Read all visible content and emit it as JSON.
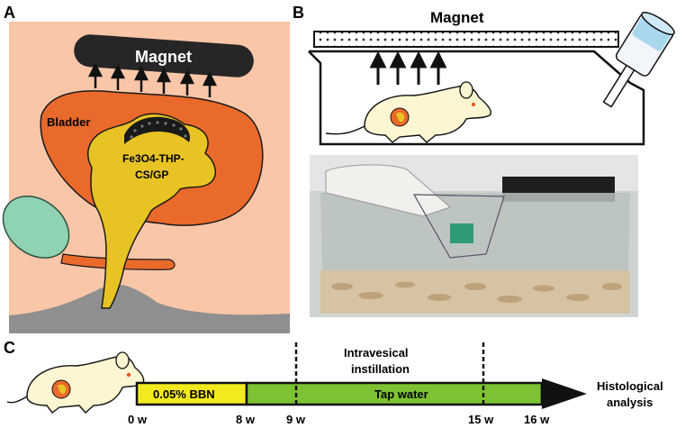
{
  "panels": {
    "a": {
      "letter": "A",
      "magnet": "Magnet",
      "bladder": "Bladder",
      "particle_line1": "Fe3O4-THP-",
      "particle_line2": "CS/GP"
    },
    "b": {
      "letter": "B",
      "magnet": "Magnet"
    },
    "c": {
      "letter": "C",
      "phase1": "0.05% BBN",
      "phase2": "Tap water",
      "intervention_line1": "Intravesical",
      "intervention_line2": "instillation",
      "endpoint_line1": "Histological",
      "endpoint_line2": "analysis",
      "weeks": [
        "0 w",
        "8 w",
        "9 w",
        "15 w",
        "16 w"
      ]
    }
  },
  "colors": {
    "skin": "#f9c6a8",
    "bladder": "#ea6a2b",
    "tumor": "#e8c324",
    "magnet": "#262626",
    "green_tissue": "#8fd3b3",
    "bbn": "#f2ea1d",
    "tap_water": "#7dc233",
    "mouse": "#fdf6d3"
  }
}
